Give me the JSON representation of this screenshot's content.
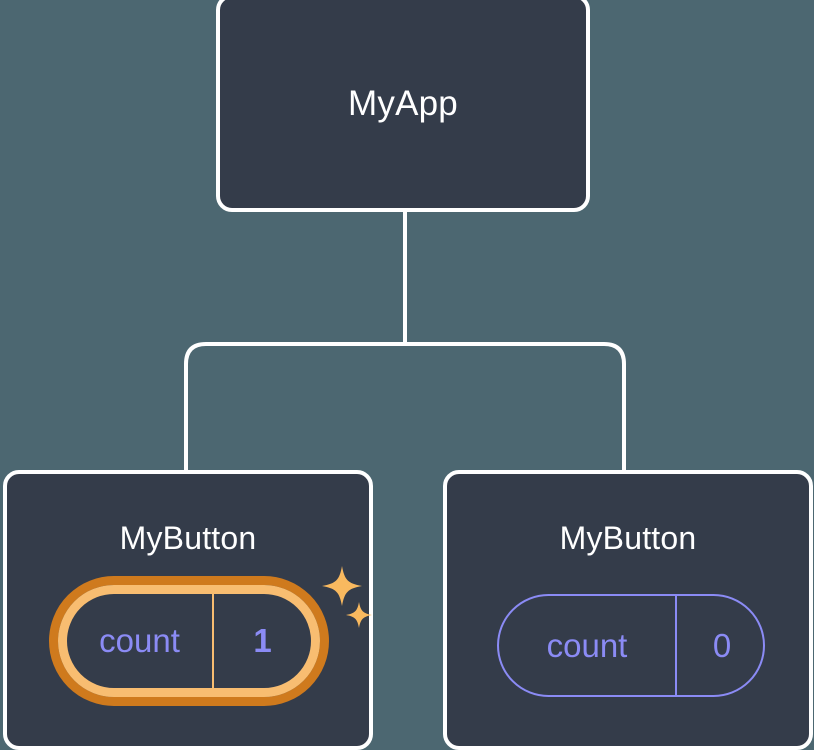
{
  "canvas": {
    "background_color": "#4c6771",
    "node_fill_color": "#343c4a",
    "node_border_color": "#ffffff",
    "connector_color": "#ffffff",
    "state_color": "#8b8bf5",
    "highlight_outer_color": "#cf7a1d",
    "highlight_inner_color": "#f8bd71",
    "sparkle_color": "#f9b95f"
  },
  "tree": {
    "root": {
      "label": "MyApp"
    },
    "children": [
      {
        "label": "MyButton",
        "state": {
          "key": "count",
          "value": "1",
          "highlighted": true
        },
        "sparkle_large": "sparkle-icon",
        "sparkle_small": "sparkle-icon"
      },
      {
        "label": "MyButton",
        "state": {
          "key": "count",
          "value": "0",
          "highlighted": false
        }
      }
    ]
  }
}
